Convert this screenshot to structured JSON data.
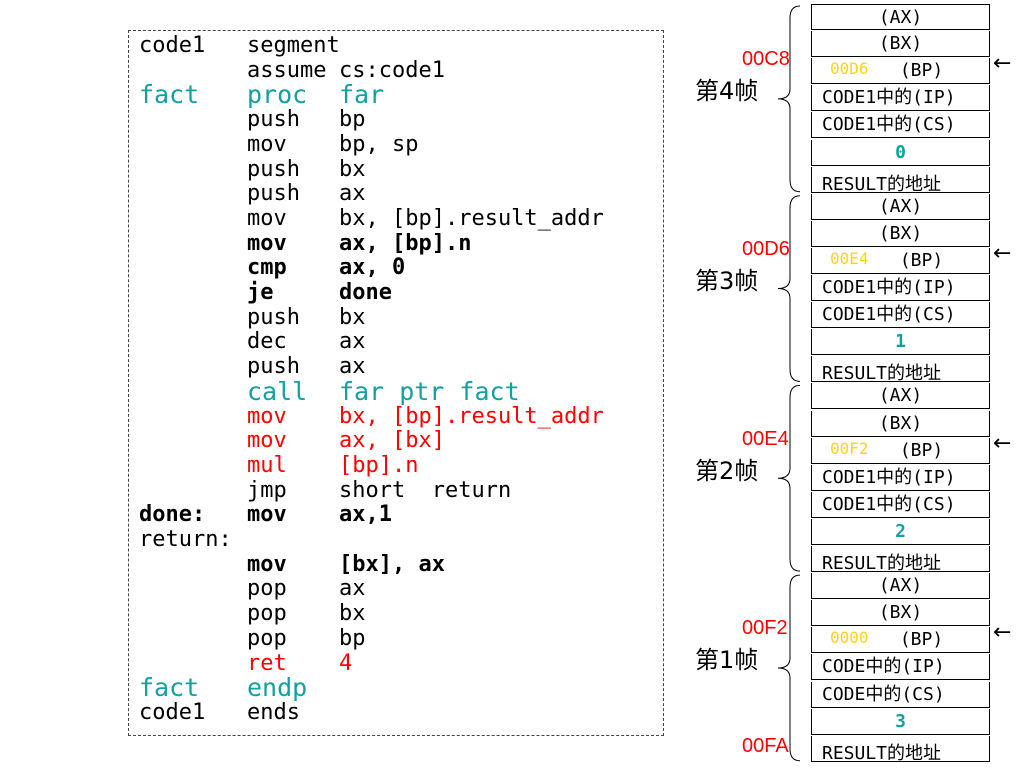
{
  "code": {
    "lines": [
      {
        "label": "code1",
        "op": "segment",
        "args": "",
        "style": ""
      },
      {
        "label": "",
        "op": "assume",
        "args": "cs:code1",
        "style": ""
      },
      {
        "label": "fact",
        "op": "proc",
        "args": "far",
        "style": "teal"
      },
      {
        "label": "",
        "op": "push",
        "args": "bp",
        "style": ""
      },
      {
        "label": "",
        "op": "mov",
        "args": "bp, sp",
        "style": ""
      },
      {
        "label": "",
        "op": "push",
        "args": "bx",
        "style": ""
      },
      {
        "label": "",
        "op": "push",
        "args": "ax",
        "style": ""
      },
      {
        "label": "",
        "op": "mov",
        "args": "bx, [bp].result_addr",
        "style": ""
      },
      {
        "label": "",
        "op": "mov",
        "args": "ax, [bp].n",
        "style": "bold"
      },
      {
        "label": "",
        "op": "cmp",
        "args": "ax, 0",
        "style": "bold"
      },
      {
        "label": "",
        "op": "je",
        "args": "done",
        "style": "bold"
      },
      {
        "label": "",
        "op": "push",
        "args": "bx",
        "style": ""
      },
      {
        "label": "",
        "op": "dec",
        "args": "ax",
        "style": ""
      },
      {
        "label": "",
        "op": "push",
        "args": "ax",
        "style": ""
      },
      {
        "label": "",
        "op": "call",
        "args": "far ptr fact",
        "style": "teal"
      },
      {
        "label": "",
        "op": "mov",
        "args": "bx, [bp].result_addr",
        "style": "red"
      },
      {
        "label": "",
        "op": "mov",
        "args": "ax, [bx]",
        "style": "red"
      },
      {
        "label": "",
        "op": "mul",
        "args": "[bp].n",
        "style": "red"
      },
      {
        "label": "",
        "op": "jmp",
        "args": "short  return",
        "style": ""
      },
      {
        "label": "done:",
        "op": "mov",
        "args": "ax,1",
        "style": "bold"
      },
      {
        "label": "return:",
        "op": "",
        "args": "",
        "style": ""
      },
      {
        "label": "",
        "op": "mov",
        "args": "[bx], ax",
        "style": "bold"
      },
      {
        "label": "",
        "op": "pop",
        "args": "ax",
        "style": ""
      },
      {
        "label": "",
        "op": "pop",
        "args": "bx",
        "style": ""
      },
      {
        "label": "",
        "op": "pop",
        "args": "bp",
        "style": ""
      },
      {
        "label": "",
        "op": "ret",
        "args": "4",
        "style": "red"
      },
      {
        "label": "fact",
        "op": "endp",
        "args": "",
        "style": "teal"
      },
      {
        "label": "code1",
        "op": "ends",
        "args": "",
        "style": ""
      }
    ]
  },
  "stack": {
    "frames": [
      {
        "label": "第4帧",
        "bp_addr": "00C8",
        "old_bp": "00D6",
        "ip": "CODE1中的(IP)",
        "cs": "CODE1中的(CS)",
        "n": "0"
      },
      {
        "label": "第3帧",
        "bp_addr": "00D6",
        "old_bp": "00E4",
        "ip": "CODE1中的(IP)",
        "cs": "CODE1中的(CS)",
        "n": "1"
      },
      {
        "label": "第2帧",
        "bp_addr": "00E4",
        "old_bp": "00F2",
        "ip": "CODE1中的(IP)",
        "cs": "CODE1中的(CS)",
        "n": "2"
      },
      {
        "label": "第1帧",
        "bp_addr": "00F2",
        "old_bp": "0000",
        "ip": "CODE中的(IP)",
        "cs": "CODE中的(CS)",
        "n": "3"
      }
    ],
    "ax_label": "(AX)",
    "bx_label": "(BX)",
    "bp_label": "(BP)",
    "result_label": "RESULT的地址",
    "bottom_addr": "00FA",
    "arrow": "←"
  }
}
